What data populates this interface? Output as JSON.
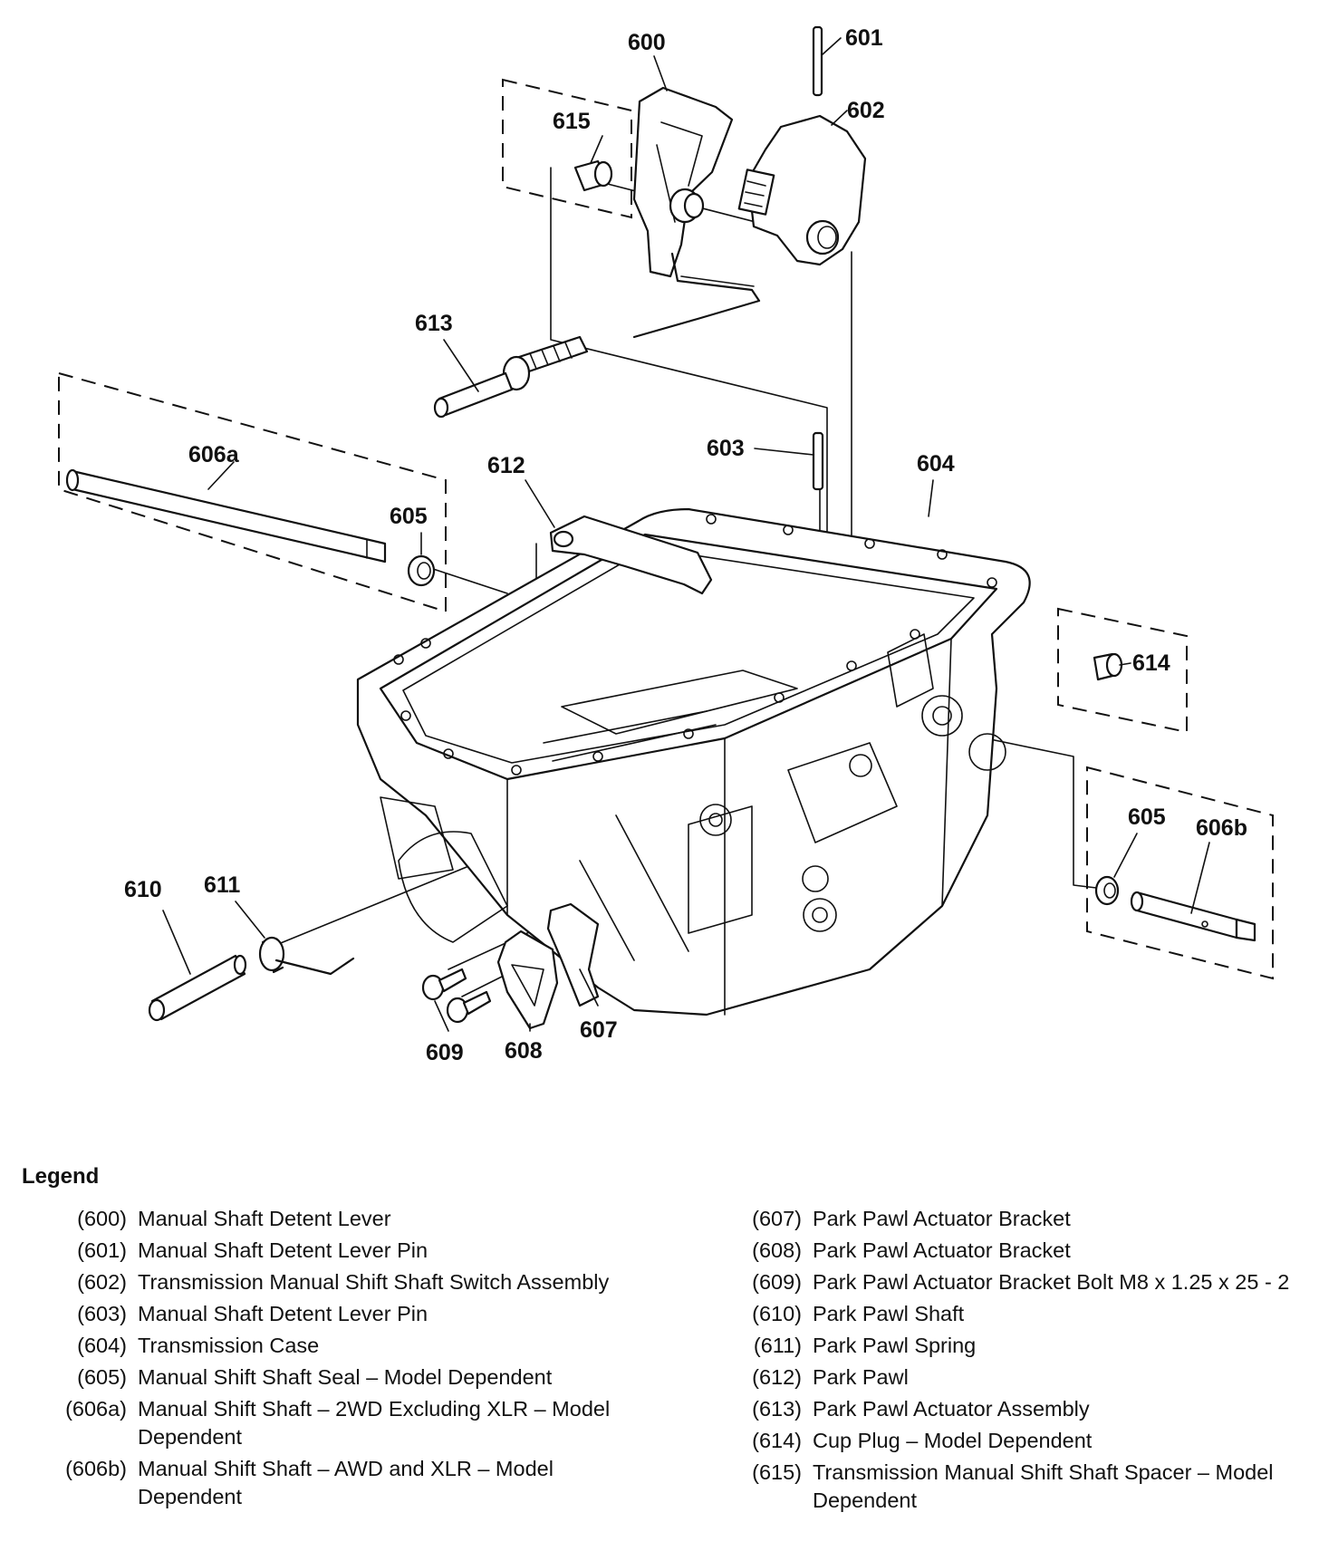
{
  "diagram": {
    "callouts": [
      "600",
      "601",
      "602",
      "603",
      "604",
      "605",
      "606a",
      "612",
      "613",
      "615",
      "614",
      "605",
      "606b",
      "610",
      "611",
      "609",
      "608",
      "607"
    ]
  },
  "legend": {
    "title": "Legend",
    "left": [
      {
        "code": "(600)",
        "text": "Manual Shaft Detent Lever"
      },
      {
        "code": "(601)",
        "text": "Manual Shaft Detent Lever Pin"
      },
      {
        "code": "(602)",
        "text": "Transmission Manual Shift Shaft Switch Assembly"
      },
      {
        "code": "(603)",
        "text": "Manual Shaft Detent Lever Pin"
      },
      {
        "code": "(604)",
        "text": "Transmission Case"
      },
      {
        "code": "(605)",
        "text": "Manual Shift Shaft Seal – Model Dependent"
      },
      {
        "code": "(606a)",
        "text": "Manual Shift Shaft – 2WD Excluding XLR – Model Dependent"
      },
      {
        "code": "(606b)",
        "text": "Manual Shift Shaft – AWD and XLR – Model Dependent"
      }
    ],
    "right": [
      {
        "code": "(607)",
        "text": "Park Pawl Actuator Bracket"
      },
      {
        "code": "(608)",
        "text": "Park Pawl Actuator Bracket"
      },
      {
        "code": "(609)",
        "text": "Park Pawl Actuator Bracket Bolt M8 x 1.25 x 25 - 2"
      },
      {
        "code": "(610)",
        "text": "Park Pawl Shaft"
      },
      {
        "code": "(611)",
        "text": "Park Pawl Spring"
      },
      {
        "code": "(612)",
        "text": "Park Pawl"
      },
      {
        "code": "(613)",
        "text": "Park Pawl Actuator Assembly"
      },
      {
        "code": "(614)",
        "text": "Cup Plug – Model Dependent"
      },
      {
        "code": "(615)",
        "text": "Transmission Manual Shift Shaft Spacer – Model Dependent"
      }
    ]
  }
}
